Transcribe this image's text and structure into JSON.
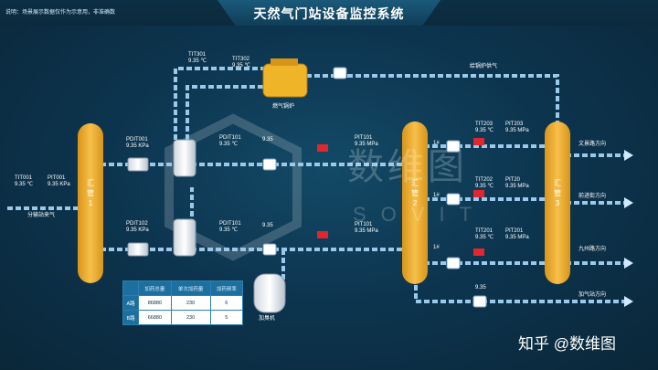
{
  "header": {
    "title": "天然气门站设备监控系统",
    "note": "说明：场景展示数据仅作为示意用，非准确数"
  },
  "manifolds": [
    {
      "label": "汇\n管\n1"
    },
    {
      "label": "汇\n管\n2"
    },
    {
      "label": "汇\n管\n3"
    }
  ],
  "instruments": {
    "tit001": "TIT001\n9.35 ℃",
    "pit001": "PIT001\n9.35 KPa",
    "source": "分输站来气",
    "pdit001": "PDIT001\n9.35 KPa",
    "pdit102": "PDIT102\n9.35 KPa",
    "tit301": "TIT301\n9.35 ℃",
    "tit302": "TIT302\n9.35 ℃",
    "boiler": "燃气锅炉",
    "pdit101a": "PDIT101\n9.35 ℃",
    "pdit101b": "PDIT101\n9.35 ℃",
    "v935a": "9.35",
    "v935b": "9.35",
    "v935c": "9.35",
    "pit101a": "PIT101\n9.35 MPa",
    "pit101b": "PIT101\n9.35 MPa",
    "boiler_supply": "给锅炉供气",
    "tit203": "TIT203\n9.35 ℃",
    "pit203": "PIT203\n9.35 MPa",
    "tit202": "TIT202\n9.35 ℃",
    "pit20": "PIT20\n9.35 MPa",
    "tit201": "TIT201\n9.35 ℃",
    "pit201": "PIT201\n9.35 MPa",
    "one1": "1#",
    "one2": "1#",
    "one3": "1#",
    "odorizer": "加臭机"
  },
  "outputs": [
    "文景路方向",
    "前进街方向",
    "九州路方向",
    "加气站方向"
  ],
  "dosing_table": {
    "headers": [
      "",
      "加药总量",
      "单次加药量",
      "加药频率"
    ],
    "rows": [
      {
        "name": "A路",
        "total": "86880",
        "single": "230",
        "freq": "6"
      },
      {
        "name": "B路",
        "total": "66880",
        "single": "230",
        "freq": "5"
      }
    ]
  },
  "watermark": {
    "cn": "数维图",
    "en": "SOVIT"
  },
  "brand": "知乎 @数维图",
  "colors": {
    "pipe": "#8fc3e8",
    "manifold": "#f0b429",
    "valve": "#e0262e",
    "arrow": "#cfe9ff"
  }
}
